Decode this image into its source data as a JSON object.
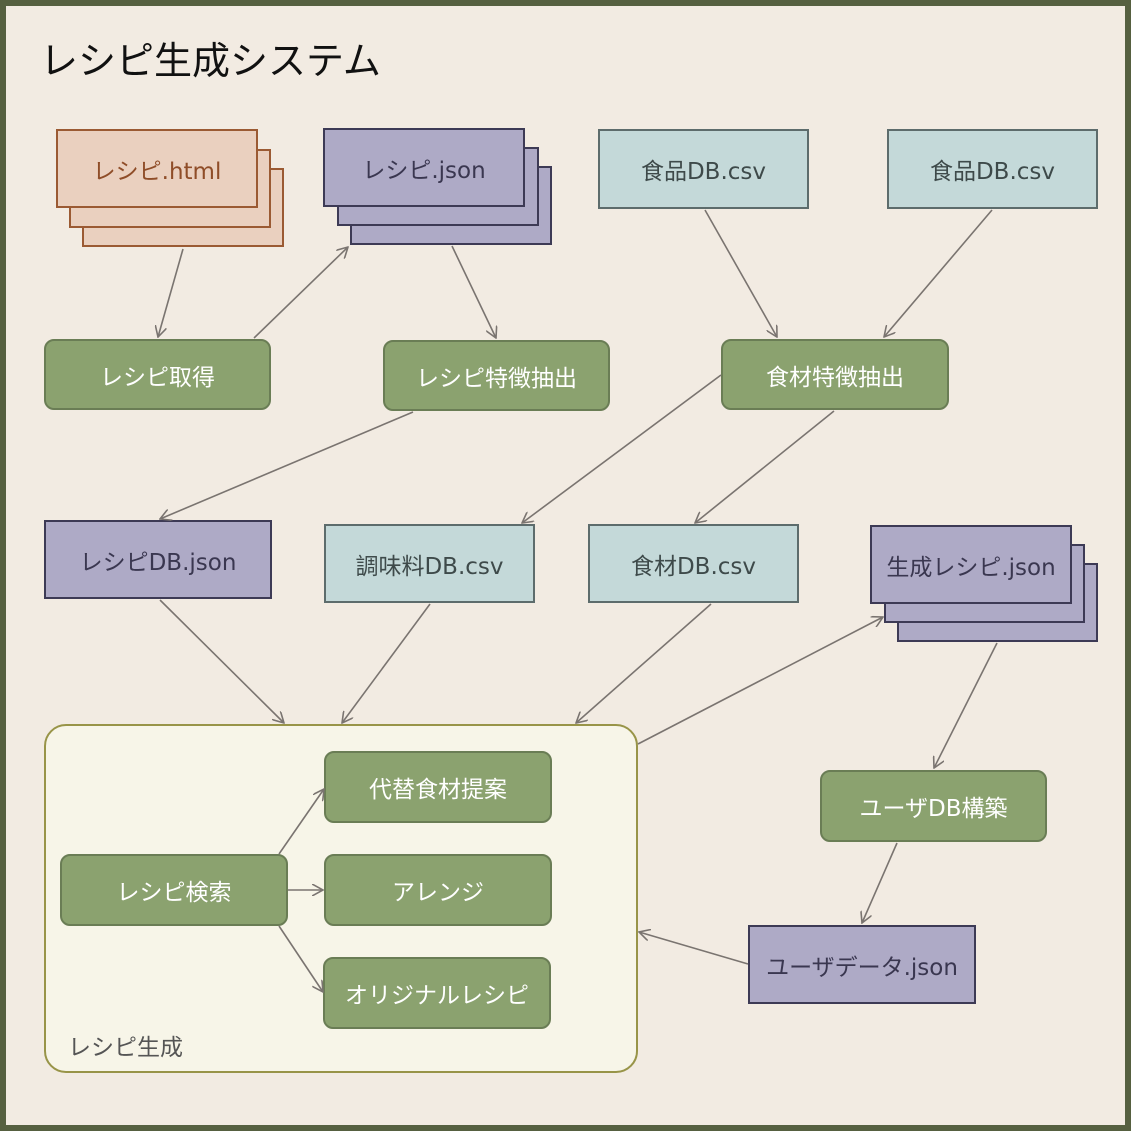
{
  "title": "レシピ生成システム",
  "group_label": "レシピ生成",
  "nodes": {
    "recipe_html": "レシピ.html",
    "recipe_json": "レシピ.json",
    "food_db_1": "食品DB.csv",
    "food_db_2": "食品DB.csv",
    "recipe_get": "レシピ取得",
    "recipe_feature": "レシピ特徴抽出",
    "ingredient_feature": "食材特徴抽出",
    "recipe_db": "レシピDB.json",
    "seasoning_db": "調味料DB.csv",
    "ingredient_db": "食材DB.csv",
    "generated_recipe": "生成レシピ.json",
    "substitute": "代替食材提案",
    "recipe_search": "レシピ検索",
    "arrange": "アレンジ",
    "original": "オリジナルレシピ",
    "user_db_build": "ユーザDB構築",
    "user_data": "ユーザデータ.json"
  },
  "colors": {
    "background": "#f2ebe2",
    "frame": "#566040",
    "process": "#8ba26f",
    "csv_file": "#c4d9d9",
    "json_file": "#aeaac6",
    "html_file": "#ead0bf",
    "group": "#f7f5e8",
    "arrow": "#7a7470"
  }
}
